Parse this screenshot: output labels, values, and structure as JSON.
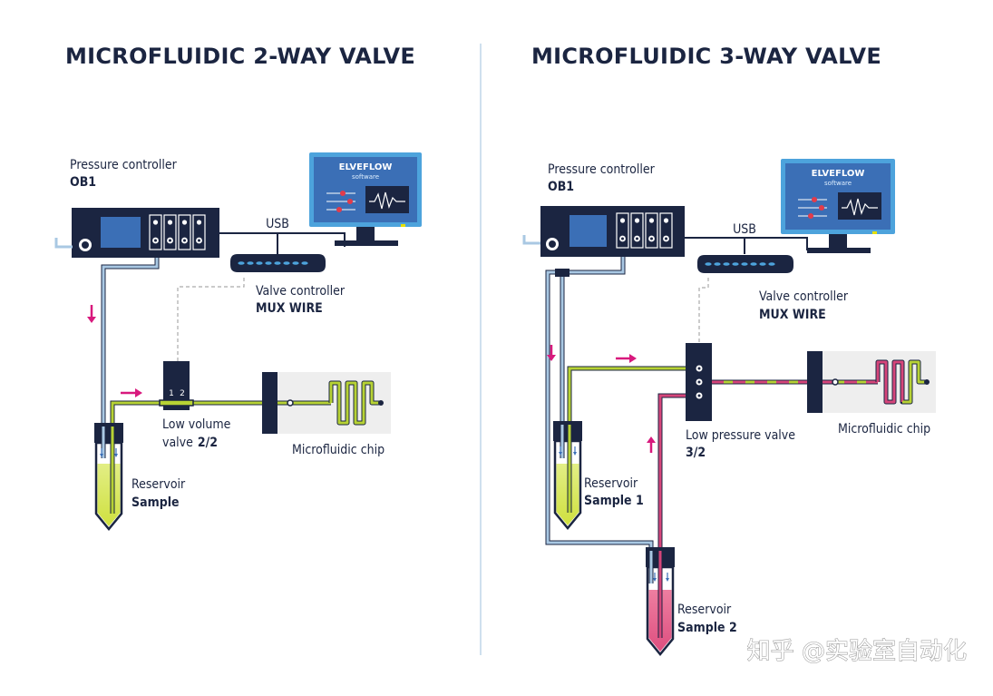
{
  "left": {
    "title": "MICROFLUIDIC 2-WAY VALVE",
    "pressure_controller": {
      "label": "Pressure controller",
      "model": "OB1"
    },
    "usb_label": "USB",
    "software": {
      "title": "ELVEFLOW",
      "subtitle": "software"
    },
    "valve_controller": {
      "label": "Valve controller",
      "model": "MUX WIRE"
    },
    "valve": {
      "label": "Low volume",
      "label2": "valve",
      "type": "2/2",
      "port1": "1",
      "port2": "2"
    },
    "chip_label": "Microfluidic chip",
    "reservoir": {
      "label": "Reservoir",
      "sample": "Sample"
    }
  },
  "right": {
    "title": "MICROFLUIDIC 3-WAY VALVE",
    "pressure_controller": {
      "label": "Pressure controller",
      "model": "OB1"
    },
    "usb_label": "USB",
    "software": {
      "title": "ELVEFLOW",
      "subtitle": "software"
    },
    "valve_controller": {
      "label": "Valve controller",
      "model": "MUX WIRE"
    },
    "valve": {
      "label": "Low pressure valve",
      "type": "3/2"
    },
    "chip_label": "Microfluidic chip",
    "reservoir1": {
      "label": "Reservoir",
      "sample": "Sample 1"
    },
    "reservoir2": {
      "label": "Reservoir",
      "sample": "Sample 2"
    }
  },
  "watermark": "知乎 @实验室自动化",
  "colors": {
    "navy": "#1b2541",
    "screen_blue": "#3b6fb6",
    "monitor_blue": "#4da3dc",
    "tube_blue": "#a9c8e3",
    "tube_green": "#b7d234",
    "tube_pink": "#d6457a",
    "arrow_magenta": "#d8197d",
    "sample_green": "#d8e86a",
    "sample_pink": "#e8668f",
    "chip_bg": "#eeeeee",
    "divider": "#cfe0ee"
  }
}
